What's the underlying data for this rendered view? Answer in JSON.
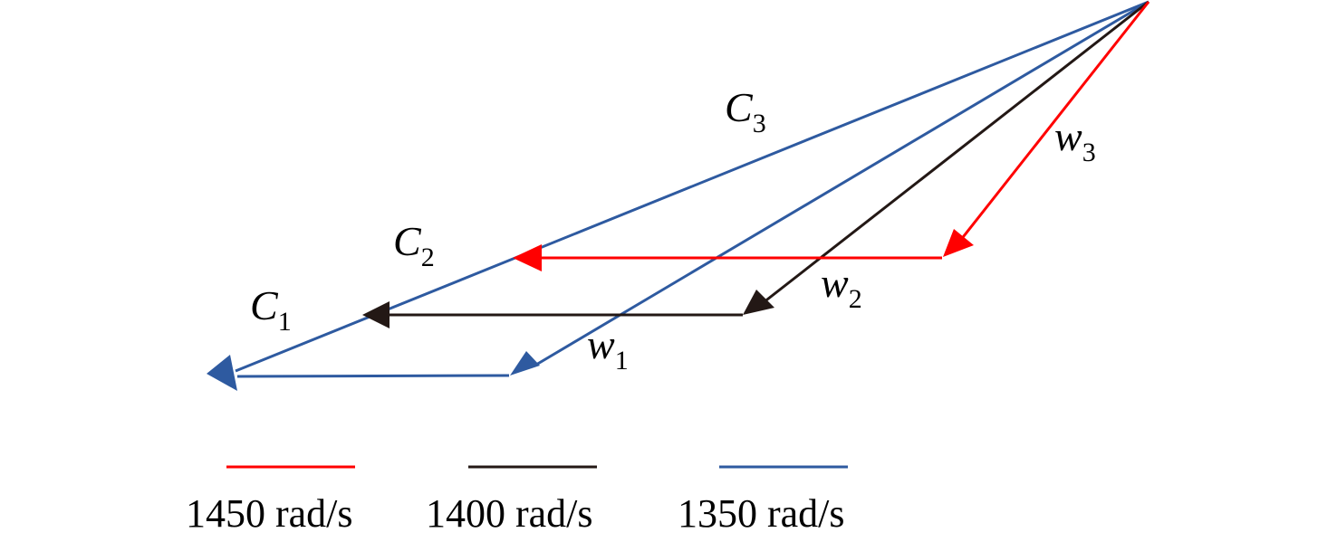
{
  "diagram": {
    "colors": {
      "red": "#ff0000",
      "black": "#231815",
      "blue": "#2e5aa0"
    },
    "vector_labels": {
      "c3": {
        "main": "C",
        "sub": "3"
      },
      "c2": {
        "main": "C",
        "sub": "2"
      },
      "c1": {
        "main": "C",
        "sub": "1"
      },
      "w3": {
        "main": "w",
        "sub": "3"
      },
      "w2": {
        "main": "w",
        "sub": "2"
      },
      "w1": {
        "main": "w",
        "sub": "1"
      }
    },
    "legend": [
      {
        "label": "1450 rad/s",
        "color": "#ff0000"
      },
      {
        "label": "1400 rad/s",
        "color": "#231815"
      },
      {
        "label": "1350 rad/s",
        "color": "#2e5aa0"
      }
    ]
  }
}
